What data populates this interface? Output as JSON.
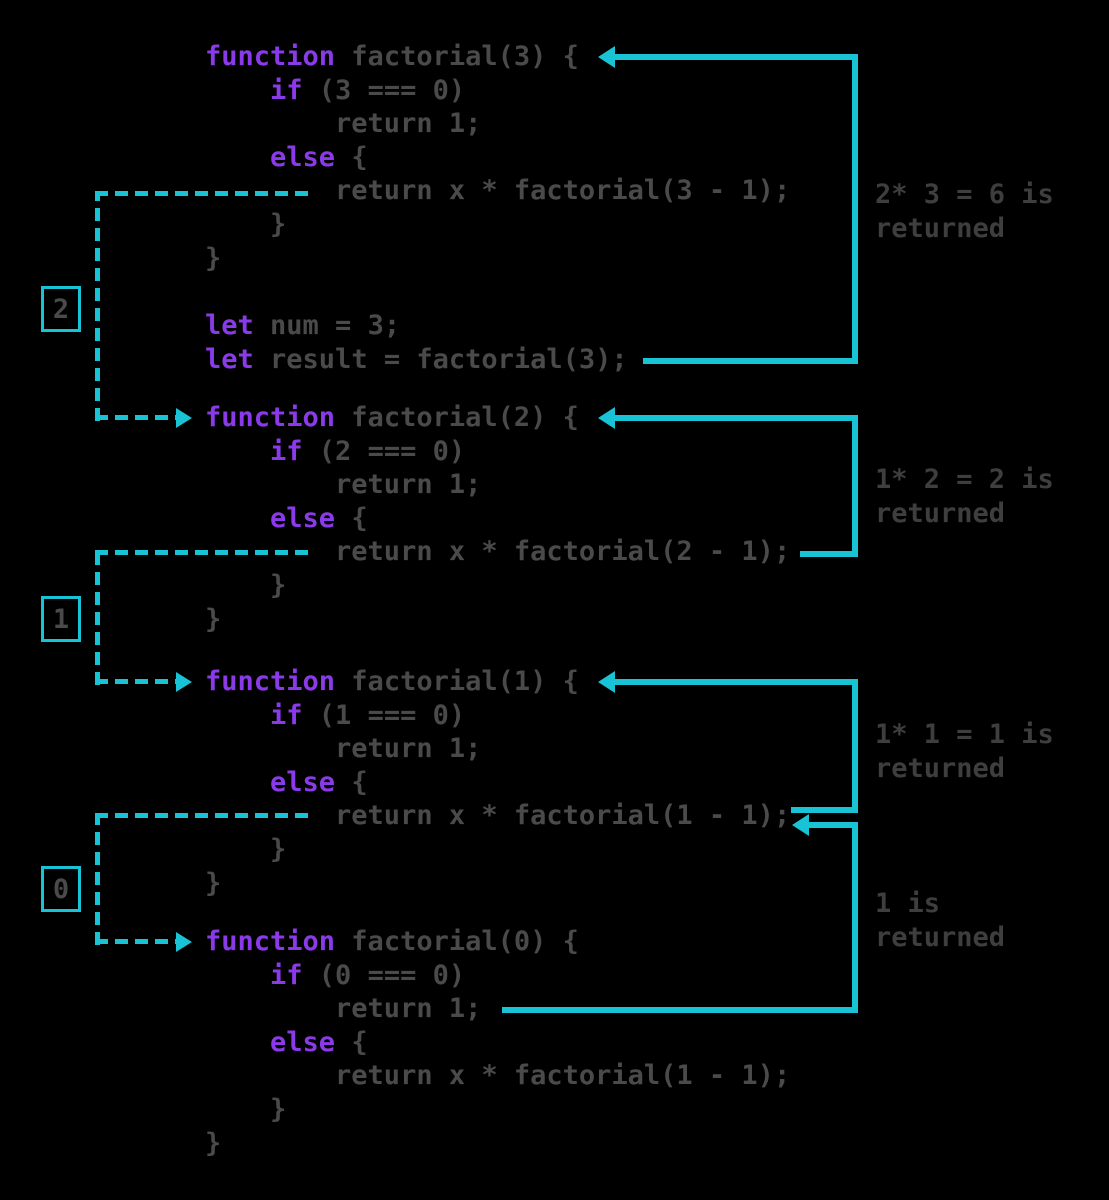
{
  "colors": {
    "background": "#000000",
    "accent_cyan": "#17C3D4",
    "keyword_purple": "#8A3AE8",
    "code_gray": "#4A4A4A",
    "annotation_gray": "#3E3E3E"
  },
  "badges": [
    {
      "label": "2"
    },
    {
      "label": "1"
    },
    {
      "label": "0"
    }
  ],
  "annotations": [
    {
      "lines": [
        "2* 3 = 6 is",
        "returned"
      ]
    },
    {
      "lines": [
        "1* 2 = 2 is",
        "returned"
      ]
    },
    {
      "lines": [
        "1* 1 = 1 is",
        "returned"
      ]
    },
    {
      "lines": [
        "1 is",
        "returned"
      ]
    }
  ],
  "code_blocks": [
    {
      "name": "factorial-3",
      "lines": [
        [
          {
            "t": "function",
            "k": true
          },
          {
            "t": " factorial(3) {"
          }
        ],
        [
          {
            "t": "    "
          },
          {
            "t": "if",
            "k": true
          },
          {
            "t": " (3 === 0)"
          }
        ],
        [
          {
            "t": "        return 1;"
          }
        ],
        [
          {
            "t": "    "
          },
          {
            "t": "else",
            "k": true
          },
          {
            "t": " {"
          }
        ],
        [
          {
            "t": "        return x * factorial(3 - 1);"
          }
        ],
        [
          {
            "t": "    }"
          }
        ],
        [
          {
            "t": "}"
          }
        ]
      ]
    },
    {
      "name": "main-calls",
      "lines": [
        [
          {
            "t": "let",
            "k": true
          },
          {
            "t": " num = 3;"
          }
        ],
        [
          {
            "t": "let",
            "k": true
          },
          {
            "t": " result = factorial(3);"
          }
        ]
      ]
    },
    {
      "name": "factorial-2",
      "lines": [
        [
          {
            "t": "function",
            "k": true
          },
          {
            "t": " factorial(2) {"
          }
        ],
        [
          {
            "t": "    "
          },
          {
            "t": "if",
            "k": true
          },
          {
            "t": " (2 === 0)"
          }
        ],
        [
          {
            "t": "        return 1;"
          }
        ],
        [
          {
            "t": "    "
          },
          {
            "t": "else",
            "k": true
          },
          {
            "t": " {"
          }
        ],
        [
          {
            "t": "        return x * factorial(2 - 1);"
          }
        ],
        [
          {
            "t": "    }"
          }
        ],
        [
          {
            "t": "}"
          }
        ]
      ]
    },
    {
      "name": "factorial-1",
      "lines": [
        [
          {
            "t": "function",
            "k": true
          },
          {
            "t": " factorial(1) {"
          }
        ],
        [
          {
            "t": "    "
          },
          {
            "t": "if",
            "k": true
          },
          {
            "t": " (1 === 0)"
          }
        ],
        [
          {
            "t": "        return 1;"
          }
        ],
        [
          {
            "t": "    "
          },
          {
            "t": "else",
            "k": true
          },
          {
            "t": " {"
          }
        ],
        [
          {
            "t": "        return x * factorial(1 - 1);"
          }
        ],
        [
          {
            "t": "    }"
          }
        ],
        [
          {
            "t": "}"
          }
        ]
      ]
    },
    {
      "name": "factorial-0",
      "lines": [
        [
          {
            "t": "function",
            "k": true
          },
          {
            "t": " factorial(0) {"
          }
        ],
        [
          {
            "t": "    "
          },
          {
            "t": "if",
            "k": true
          },
          {
            "t": " (0 === 0)"
          }
        ],
        [
          {
            "t": "        return 1;"
          }
        ],
        [
          {
            "t": "    "
          },
          {
            "t": "else",
            "k": true
          },
          {
            "t": " {"
          }
        ],
        [
          {
            "t": "        return x * factorial(1 - 1);"
          }
        ],
        [
          {
            "t": "    }"
          }
        ],
        [
          {
            "t": "}"
          }
        ]
      ]
    }
  ]
}
